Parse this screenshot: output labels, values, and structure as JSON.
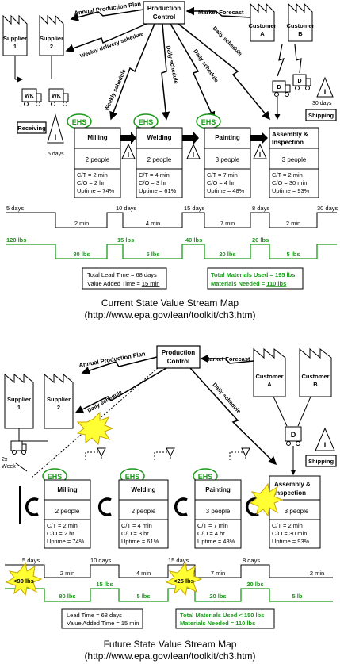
{
  "current": {
    "production_control": [
      "Production",
      "Control"
    ],
    "suppliers": [
      [
        "Supplier",
        "1"
      ],
      [
        "Supplier",
        "2"
      ]
    ],
    "customers": [
      [
        "Customer",
        "A"
      ],
      [
        "Customer",
        "B"
      ]
    ],
    "annual_plan": "Annual Production Plan",
    "market_forecast": "Market Forecast",
    "weekly_delivery": "Weekly delivery schedule",
    "weekly_schedule": "Weekly schedule",
    "daily_schedules": [
      "Daily schedule",
      "Daily schedule",
      "Daily schedule"
    ],
    "truck_label": "WK",
    "receiving": "Receiving",
    "shipping": "Shipping",
    "ship_days": "30 days",
    "truck_d": "D",
    "ehs": "EHS",
    "inventory_mark": "I",
    "inv_days": "5 days",
    "processes": [
      {
        "name": "Milling",
        "people": "2 people",
        "ct": "C/T = 2 min",
        "co": "C/O = 2 hr",
        "up": "Uptime = 74%"
      },
      {
        "name": "Welding",
        "people": "2 people",
        "ct": "C/T = 4 min",
        "co": "C/O = 3 hr",
        "up": "Uptime = 61%"
      },
      {
        "name": "Painting",
        "people": "3 people",
        "ct": "C/T = 7 min",
        "co": "C/O = 4 hr",
        "up": "Uptime = 48%"
      },
      {
        "name": "Assembly &",
        "name2": "Inspection",
        "people": "3 people",
        "ct": "C/T = 2 min",
        "co": "C/O = 30 min",
        "up": "Uptime = 93%"
      }
    ],
    "timeline_days": [
      "5 days",
      "10 days",
      "15 days",
      "8 days",
      "30 days"
    ],
    "timeline_mins": [
      "2 min",
      "4 min",
      "7 min",
      "2 min"
    ],
    "materials_top": [
      "120 lbs",
      "15 lbs",
      "40 lbs",
      "20 lbs"
    ],
    "materials_bottom": [
      "80 lbs",
      "5 lbs",
      "20 lbs",
      "5 lbs"
    ],
    "lead_label": "Total Lead Time = ",
    "lead_value": "68 days",
    "va_label": "Value Added Time = ",
    "va_value": "15 min",
    "mat_used_label": "Total Materials Used = ",
    "mat_used_value": "195 lbs",
    "mat_needed_label": "Materials Needed = ",
    "mat_needed_value": "110 lbs",
    "caption": "Current State Value Stream Map",
    "caption_url": "(http://www.epa.gov/lean/toolkit/ch3.htm)"
  },
  "future": {
    "production_control": [
      "Production",
      "Control"
    ],
    "suppliers": [
      [
        "Supplier",
        "1"
      ],
      [
        "Supplier",
        "2"
      ]
    ],
    "customers": [
      [
        "Customer",
        "A"
      ],
      [
        "Customer",
        "B"
      ]
    ],
    "annual_plan": "Annual Production Plan",
    "market_forecast": "Market Forecast",
    "daily_schedules": [
      "Daily schedule",
      "Daily schedule"
    ],
    "week_label": [
      "2x",
      "Week"
    ],
    "shipping": "Shipping",
    "truck_d": "D",
    "ehs": "EHS",
    "inventory_mark": "I",
    "processes": [
      {
        "name": "Milling",
        "people": "2 people",
        "ct": "C/T = 2 min",
        "co": "C/O = 2 hr",
        "up": "Uptime = 74%"
      },
      {
        "name": "Welding",
        "people": "2 people",
        "ct": "C/T = 4 min",
        "co": "C/O = 3 hr",
        "up": "Uptime = 61%"
      },
      {
        "name": "Painting",
        "people": "3 people",
        "ct": "C/T = 7 min",
        "co": "C/O = 4 hr",
        "up": "Uptime = 48%"
      },
      {
        "name": "Assembly &",
        "name2": "Inspection",
        "people": "3 people",
        "ct": "C/T = 2 min",
        "co": "C/O = 30 min",
        "up": "Uptime = 93%"
      }
    ],
    "timeline_days": [
      "5 days",
      "10 days",
      "15 days",
      "8 days"
    ],
    "timeline_mins": [
      "2 min",
      "4 min",
      "7 min",
      "2 min"
    ],
    "materials_top": [
      "15 lbs",
      "20 lbs"
    ],
    "materials_bottom": [
      "80 lbs",
      "5 lbs",
      "20 lbs",
      "5 lb"
    ],
    "burst_1": "<90 lbs",
    "burst_2": "<25 lbs",
    "lead_text": "Lead Time = 68 days",
    "va_text": "Value Added Time = 15 min",
    "mat_used_text": "Total Materials Used < 150 lbs",
    "mat_needed_text": "Materials Needed = 110 lbs",
    "caption": "Future State Value Stream Map",
    "caption_url": "(http://www.epa.gov/lean/toolkit/ch3.htm)"
  },
  "colors": {
    "ehs": "#1a9a1a",
    "burst": "#ffff33",
    "ink": "#000000"
  }
}
